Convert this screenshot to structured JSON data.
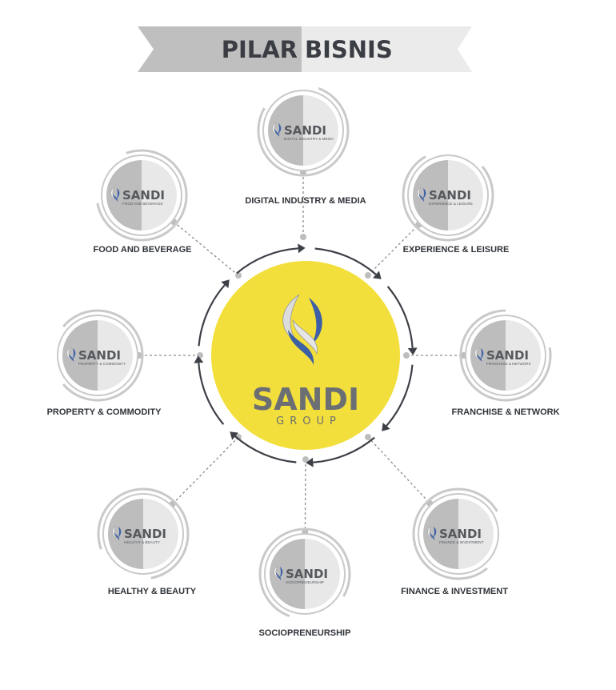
{
  "banner": {
    "word1": "PILAR",
    "word2": "BISNIS"
  },
  "center": {
    "brand": "SANDI",
    "group": "GROUP"
  },
  "logo_brand": "SANDI",
  "pillars": [
    {
      "label": "DIGITAL INDUSTRY & MEDIA",
      "logo_sub": "DIGITAL INDUSTRY & MEDIA"
    },
    {
      "label": "EXPERIENCE & LEISURE",
      "logo_sub": "EXPERIENCE & LEISURE"
    },
    {
      "label": "FRANCHISE & NETWORK",
      "logo_sub": "FRANCHISE & NETWORK"
    },
    {
      "label": "FINANCE & INVESTMENT",
      "logo_sub": "FINANCE & INVESTMENT"
    },
    {
      "label": "SOCIOPRENEURSHIP",
      "logo_sub": "SOCIOPRENEURSHIP"
    },
    {
      "label": "HEALTHY & BEAUTY",
      "logo_sub": "HEALTHY & BEAUTY"
    },
    {
      "label": "PROPERTY & COMMODITY",
      "logo_sub": "PROPERTY & COMMODITY"
    },
    {
      "label": "FOOD AND BEVERAGE",
      "logo_sub": "FOOD AND BEVERAGE"
    }
  ],
  "colors": {
    "center_fill": "#f3df3b",
    "ring_gray": "#c9c9c9",
    "dark_gray": "#bdbdbd",
    "light_gray": "#e8e8e8",
    "arrow": "#3d4046",
    "dash": "#8c8c8c",
    "flame_blue": "#3c5fa6"
  }
}
